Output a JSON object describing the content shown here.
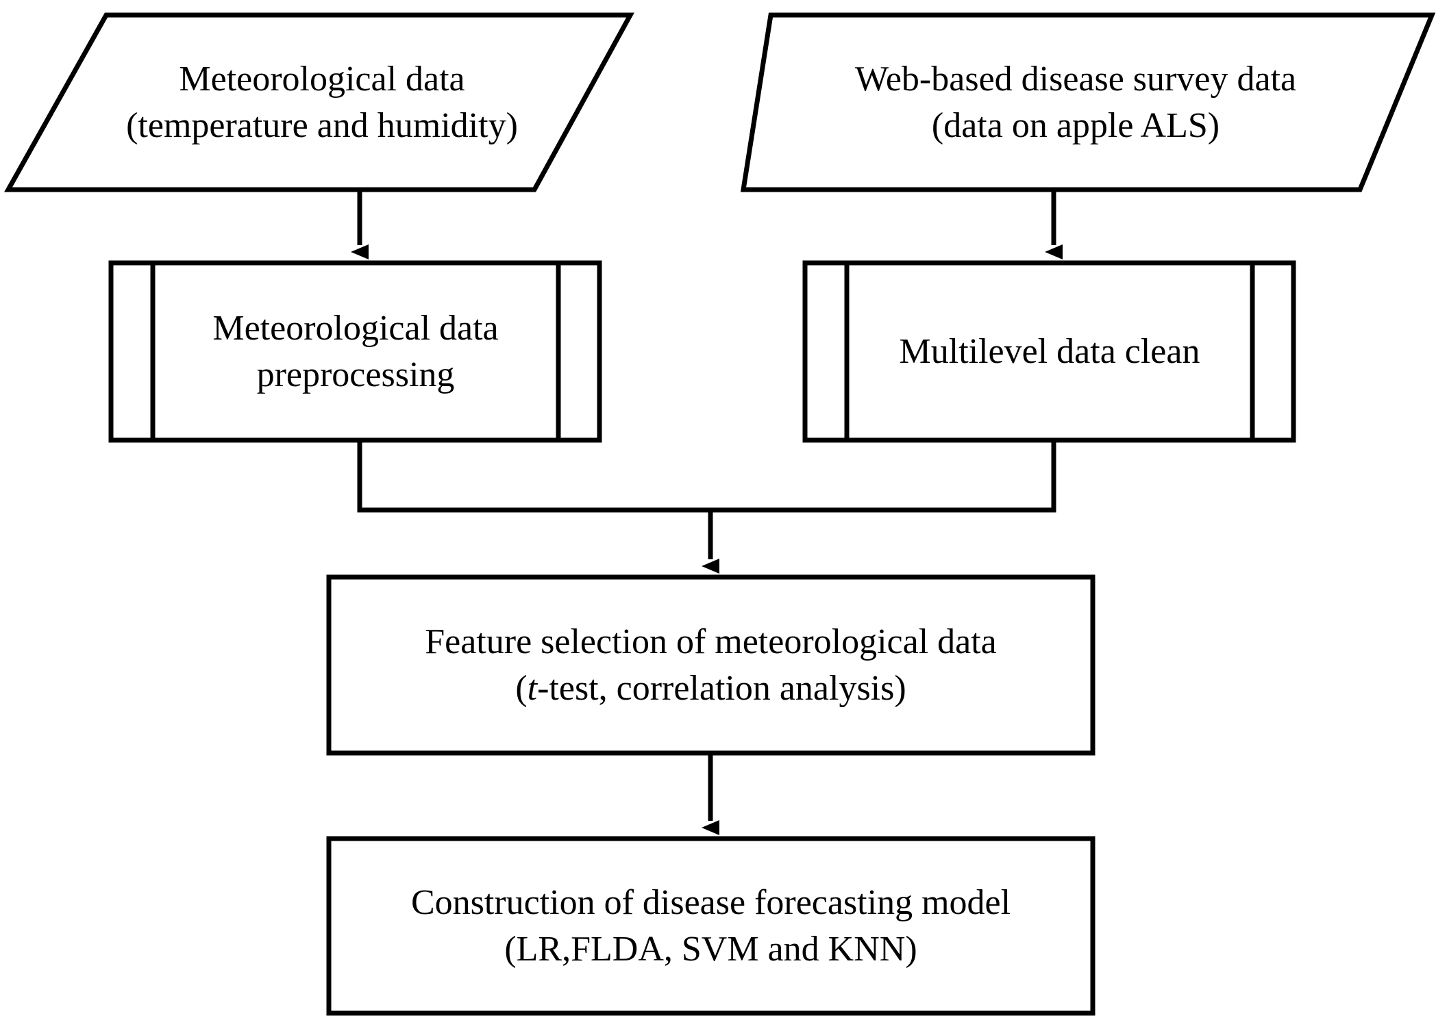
{
  "diagram": {
    "type": "flowchart",
    "orientation": "top-to-bottom",
    "stroke_color": "#000000",
    "fill_color": "#ffffff",
    "background_color": "#ffffff",
    "nodes": [
      {
        "id": "source-meteorological-data",
        "shape": "parallelogram",
        "role": "data-input",
        "line1": "Meteorological data",
        "line2": "(temperature and humidity)"
      },
      {
        "id": "source-web-survey-data",
        "shape": "parallelogram",
        "role": "data-input",
        "line1": "Web-based disease survey data",
        "line2": "(data on apple ALS)"
      },
      {
        "id": "process-meteorological-preprocessing",
        "shape": "predefined-process",
        "role": "process",
        "line1": "Meteorological data",
        "line2": "preprocessing"
      },
      {
        "id": "process-multilevel-data-clean",
        "shape": "predefined-process",
        "role": "process",
        "line1": "Multilevel data clean",
        "line2": ""
      },
      {
        "id": "process-feature-selection",
        "shape": "rectangle",
        "role": "process",
        "line1": "Feature selection of meteorological data",
        "line2_prefix": "(",
        "line2_italic": "t",
        "line2_suffix": "-test, correlation analysis)"
      },
      {
        "id": "process-model-construction",
        "shape": "rectangle",
        "role": "process",
        "line1": "Construction of disease forecasting model",
        "line2": "(LR,FLDA, SVM and KNN)"
      }
    ],
    "edges": [
      {
        "id": "edge-met-source-to-preprocessing",
        "from": "source-meteorological-data",
        "to": "process-meteorological-preprocessing",
        "style": "straight-arrow"
      },
      {
        "id": "edge-web-source-to-clean",
        "from": "source-web-survey-data",
        "to": "process-multilevel-data-clean",
        "style": "straight-arrow"
      },
      {
        "id": "edge-preprocessing-to-feature",
        "from": "process-meteorological-preprocessing",
        "to": "process-feature-selection",
        "style": "elbow-merge-arrow"
      },
      {
        "id": "edge-clean-to-feature",
        "from": "process-multilevel-data-clean",
        "to": "process-feature-selection",
        "style": "elbow-merge-arrow"
      },
      {
        "id": "edge-feature-to-model",
        "from": "process-feature-selection",
        "to": "process-model-construction",
        "style": "straight-arrow"
      }
    ]
  }
}
